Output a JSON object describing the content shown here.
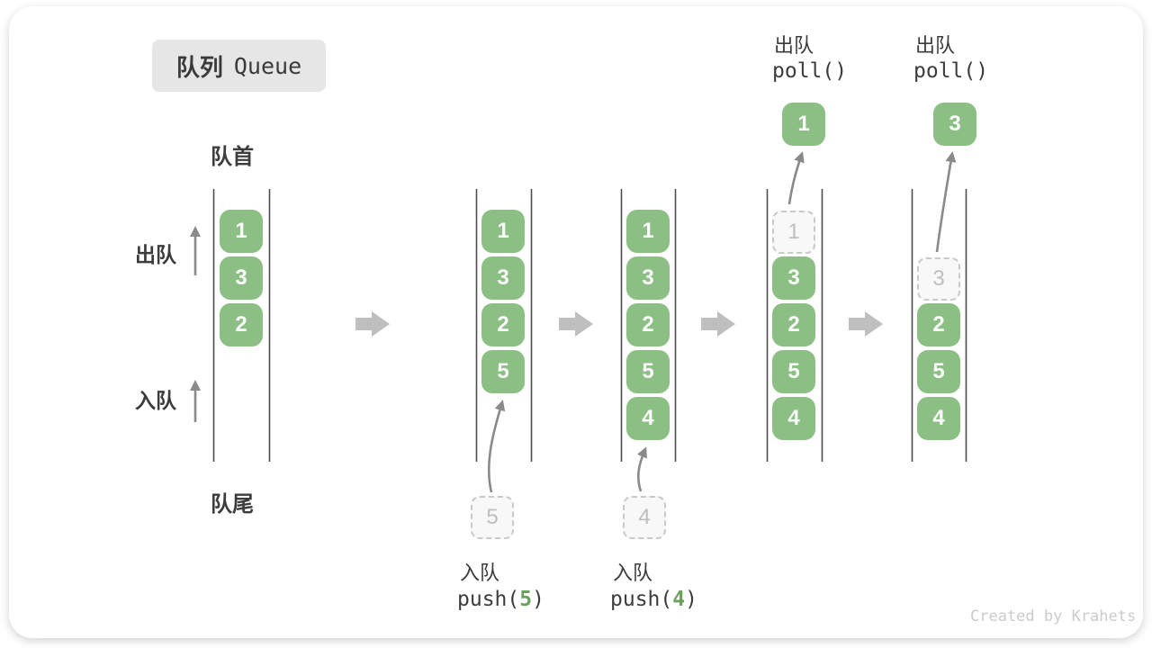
{
  "title": {
    "zh": "队列",
    "en": "Queue"
  },
  "labels": {
    "front": "队首",
    "rear": "队尾",
    "dequeue": "出队",
    "enqueue": "入队"
  },
  "queues": [
    {
      "slots": [
        "1",
        "3",
        "2"
      ]
    },
    {
      "slots": [
        "1",
        "3",
        "2",
        "5"
      ],
      "incoming": "5"
    },
    {
      "slots": [
        "1",
        "3",
        "2",
        "5",
        "4"
      ],
      "incoming": "4"
    },
    {
      "ghost": "1",
      "slots": [
        "3",
        "2",
        "5",
        "4"
      ],
      "outgoing": "1"
    },
    {
      "ghost": "3",
      "slots": [
        "2",
        "5",
        "4"
      ],
      "outgoing": "3"
    }
  ],
  "ops": {
    "push5": {
      "label": "入队",
      "fn_open": "push(",
      "arg": "5",
      "fn_close": ")"
    },
    "push4": {
      "label": "入队",
      "fn_open": "push(",
      "arg": "4",
      "fn_close": ")"
    },
    "poll1": {
      "label": "出队",
      "fn": "poll()"
    },
    "poll2": {
      "label": "出队",
      "fn": "poll()"
    }
  },
  "watermark": "Created by Krahets",
  "colors": {
    "box_green": "#8cbf84",
    "accent_green": "#6ca05c",
    "block_arrow_gray": "#bfbfbf",
    "thin_arrow_gray": "#8a8a8a",
    "wall_line": "#4d4d4d",
    "ghost_border": "#c9c9c9",
    "badge_bg": "#e6e6e6",
    "text_dark": "#3c3c3c"
  }
}
